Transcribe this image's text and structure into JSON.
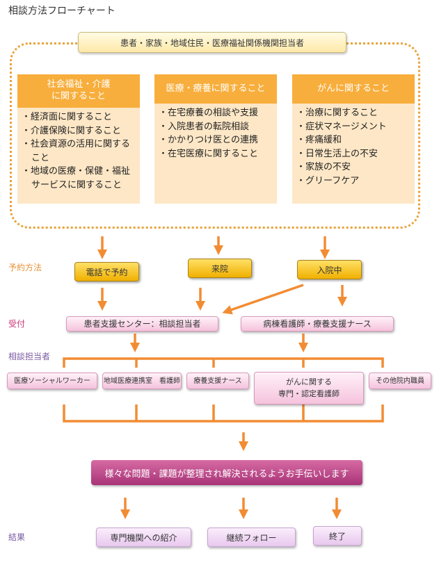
{
  "title": "相談方法フローチャート",
  "top_box": "患者・家族・地域住民・医療福祉関係機関担当者",
  "categories": [
    {
      "heading": "社会福祉・介護\nに関すること",
      "items": [
        "経済面に関すること",
        "介護保険に関すること",
        "社会資源の活用に関すること",
        "地域の医療・保健・福祉サービスに関すること"
      ]
    },
    {
      "heading": "医療・療養に関すること",
      "items": [
        "在宅療養の相談や支援",
        "入院患者の転院相談",
        "かかりつけ医との連携",
        "在宅医療に関すること"
      ]
    },
    {
      "heading": "がんに関すること",
      "items": [
        "治療に関すること",
        "症状マネージメント",
        "疼痛緩和",
        "日常生活上の不安",
        "家族の不安",
        "グリーフケア"
      ]
    }
  ],
  "labels": {
    "reservation": "予約方法",
    "reception": "受付",
    "staff": "相談担当者",
    "result": "結果"
  },
  "reservation_methods": [
    "電話で予約",
    "来院",
    "入院中"
  ],
  "reception": [
    "患者支援センター：相談担当者",
    "病棟看護師・療養支援ナース"
  ],
  "staff": [
    "医療ソーシャルワーカー",
    "地域医療連携室　看護師",
    "療養支援ナース",
    "がんに関する\n専門・認定看護師",
    "その他院内職員"
  ],
  "outcome": "様々な問題・課題が整理され解決されるようお手伝いします",
  "results": [
    "専門機関への紹介",
    "継続フォロー",
    "終了"
  ],
  "colors": {
    "arrow": "#f28c33",
    "dotted_frame": "#e8a33a",
    "category_head": "#f8ae3c",
    "category_body": "#fde7c6",
    "magenta": "#b84488"
  }
}
